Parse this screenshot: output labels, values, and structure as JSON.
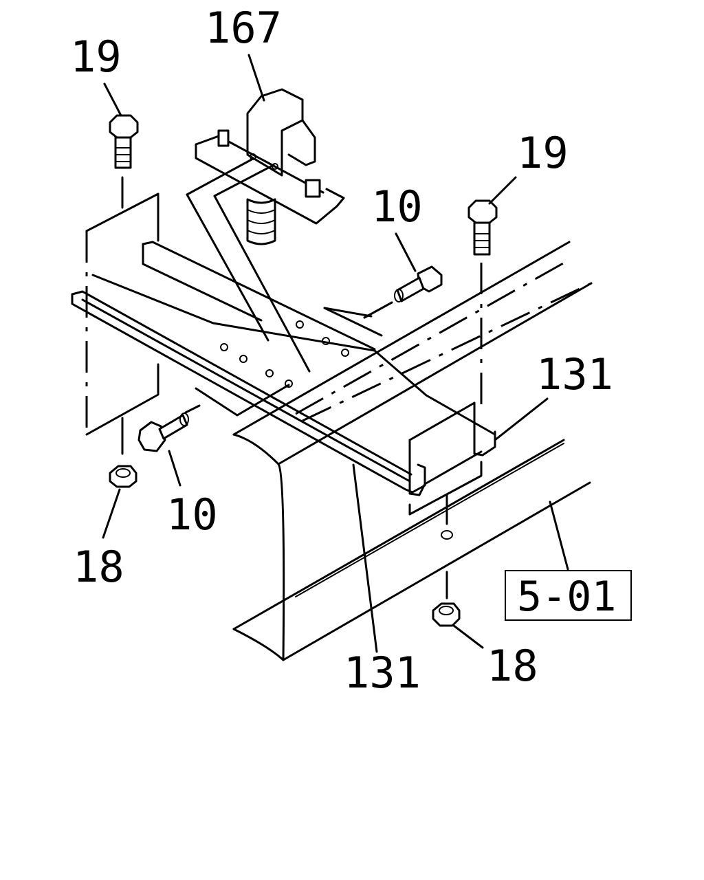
{
  "colors": {
    "line": "#000000",
    "background": "#ffffff"
  },
  "callouts": {
    "part_167": "167",
    "part_19_left": "19",
    "part_19_right": "19",
    "part_10_upper": "10",
    "part_10_lower": "10",
    "part_131_right": "131",
    "part_131_bottom": "131",
    "part_18_left": "18",
    "part_18_right": "18"
  },
  "reference_box": {
    "label": "5-01"
  }
}
